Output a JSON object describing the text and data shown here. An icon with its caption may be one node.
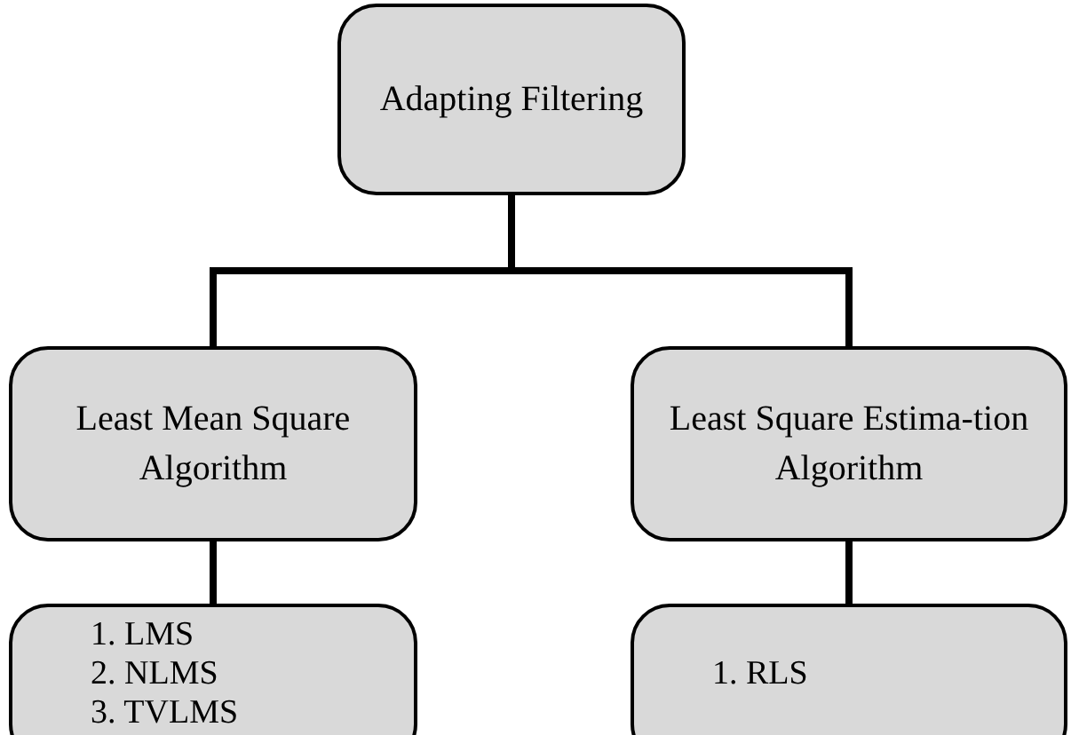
{
  "diagram": {
    "nodes": [
      {
        "text": [
          "Adapting Filtering"
        ]
      },
      {
        "text": [
          "Least Mean Square Algorithm"
        ]
      },
      {
        "text": [
          "Least Square Estima-tion Algorithm"
        ]
      },
      {
        "text": [
          "1. LMS",
          "2. NLMS",
          "3. TVLMS"
        ]
      },
      {
        "text": [
          "1. RLS"
        ]
      }
    ],
    "edges": [
      {
        "from": 0,
        "to": 1,
        "arrow": "none"
      },
      {
        "from": 0,
        "to": 2,
        "arrow": "none"
      },
      {
        "from": 1,
        "to": 3,
        "arrow": "none"
      },
      {
        "from": 2,
        "to": 4,
        "arrow": "none"
      }
    ]
  }
}
